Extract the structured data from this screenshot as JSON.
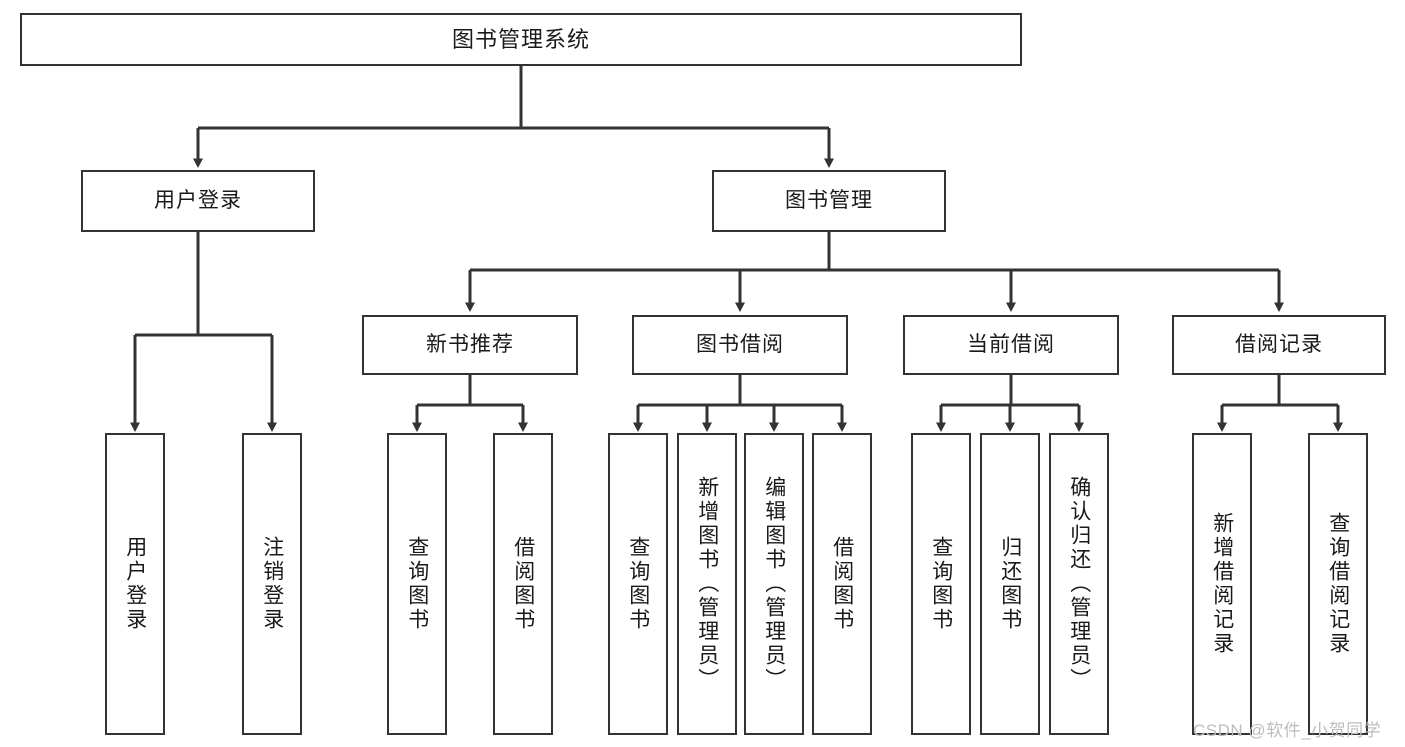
{
  "diagram": {
    "title": "图书管理系统",
    "type": "tree",
    "orientation": "top-down",
    "colors": {
      "box_border": "#333333",
      "box_fill": "#ffffff",
      "connector": "#333333",
      "text": "#1a1a1a",
      "watermark": "#bdbdbd",
      "background": "#ffffff"
    },
    "root": {
      "label": "图书管理系统"
    },
    "level2": [
      {
        "label": "用户登录"
      },
      {
        "label": "图书管理"
      }
    ],
    "level3": [
      {
        "label": "新书推荐"
      },
      {
        "label": "图书借阅"
      },
      {
        "label": "当前借阅"
      },
      {
        "label": "借阅记录"
      }
    ],
    "leaves": {
      "user_login": [
        {
          "label": "用户登录"
        },
        {
          "label": "注销登录"
        }
      ],
      "new_book_recommend": [
        {
          "label": "查询图书"
        },
        {
          "label": "借阅图书"
        }
      ],
      "book_borrow": [
        {
          "label": "查询图书"
        },
        {
          "label": "新增图书（管理员）"
        },
        {
          "label": "编辑图书（管理员）"
        },
        {
          "label": "借阅图书"
        }
      ],
      "current_borrow": [
        {
          "label": "查询图书"
        },
        {
          "label": "归还图书"
        },
        {
          "label": "确认归还（管理员）"
        }
      ],
      "borrow_record": [
        {
          "label": "新增借阅记录"
        },
        {
          "label": "查询借阅记录"
        }
      ]
    }
  },
  "watermark": {
    "text": "CSDN @软件_小贺同学"
  }
}
